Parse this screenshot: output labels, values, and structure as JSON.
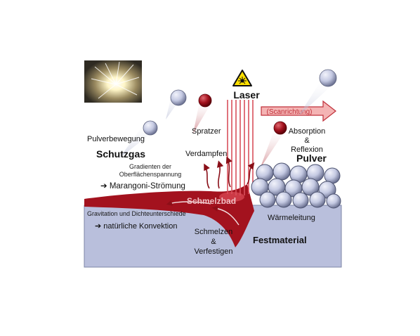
{
  "labels": {
    "laser": "Laser",
    "scan_direction": "(Scanrichtung)",
    "powder_movement": "Pulverbewegung",
    "shielding_gas": "Schutzgas",
    "spatter": "Spratzer",
    "evaporation": "Verdampfen",
    "absorption_line1": "Absorption",
    "absorption_amp": "&",
    "absorption_line2": "Reflexion",
    "powder": "Pulver",
    "gradient_line1": "Gradienten der",
    "gradient_line2": "Oberflächenspannung",
    "marangoni": "➔ Marangoni-Strömung",
    "melt_pool": "Schmelzbad",
    "gravity": "Gravitation und Dichteunterschiede",
    "natural_convection": "➔ natürliche Konvektion",
    "heat_conduction": "Wärmeleitung",
    "melt_line1": "Schmelzen",
    "melt_amp": "&",
    "melt_line2": "Verfestigen",
    "solid": "Festmaterial"
  },
  "colors": {
    "substrate": "#b9bfdc",
    "melt_pool": "#a3121e",
    "laser_beam": "#d9505c",
    "powder": "#c6cbe3",
    "arrow_fill": "#f4b4b4",
    "arrow_stroke": "#c0303a",
    "warning_yellow": "#ffe000"
  }
}
